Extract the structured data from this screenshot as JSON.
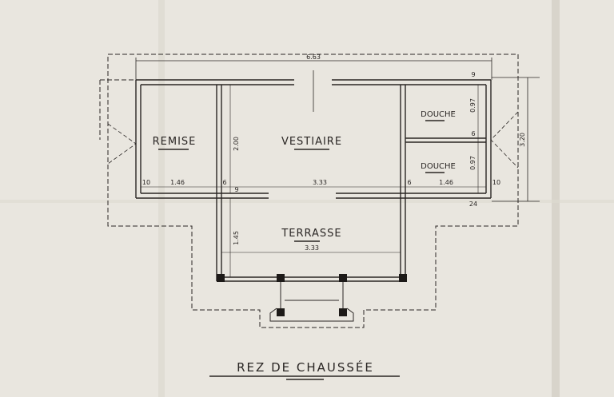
{
  "sheet_title": "REZ DE CHAUSSÉE",
  "rooms": {
    "remise": "REMISE",
    "vestiaire": "VESTIAIRE",
    "douche_1": "DOUCHE",
    "douche_2": "DOUCHE",
    "terrasse": "TERRASSE"
  },
  "dimensions": {
    "overall_width": "6.63",
    "overall_depth": "3.20",
    "remise_width": "1.46",
    "vestiaire_width": "3.33",
    "douche_width": "1.46",
    "vestiaire_depth": "2.00",
    "terrasse_width": "3.33",
    "terrasse_depth": "1.45",
    "douche_1_depth": "0.97",
    "douche_2_depth": "0.97",
    "wall_left": "10",
    "wall_partition_a": "6",
    "wall_partition_b": "9",
    "wall_partition_c": "6",
    "wall_right": "10",
    "wall_top": "9",
    "wall_mid": "6",
    "wall_bottom": "24"
  },
  "colors": {
    "paper": "#e9e6df",
    "ink": "#2a2624",
    "fold_shadow": "#d7d3ca"
  }
}
